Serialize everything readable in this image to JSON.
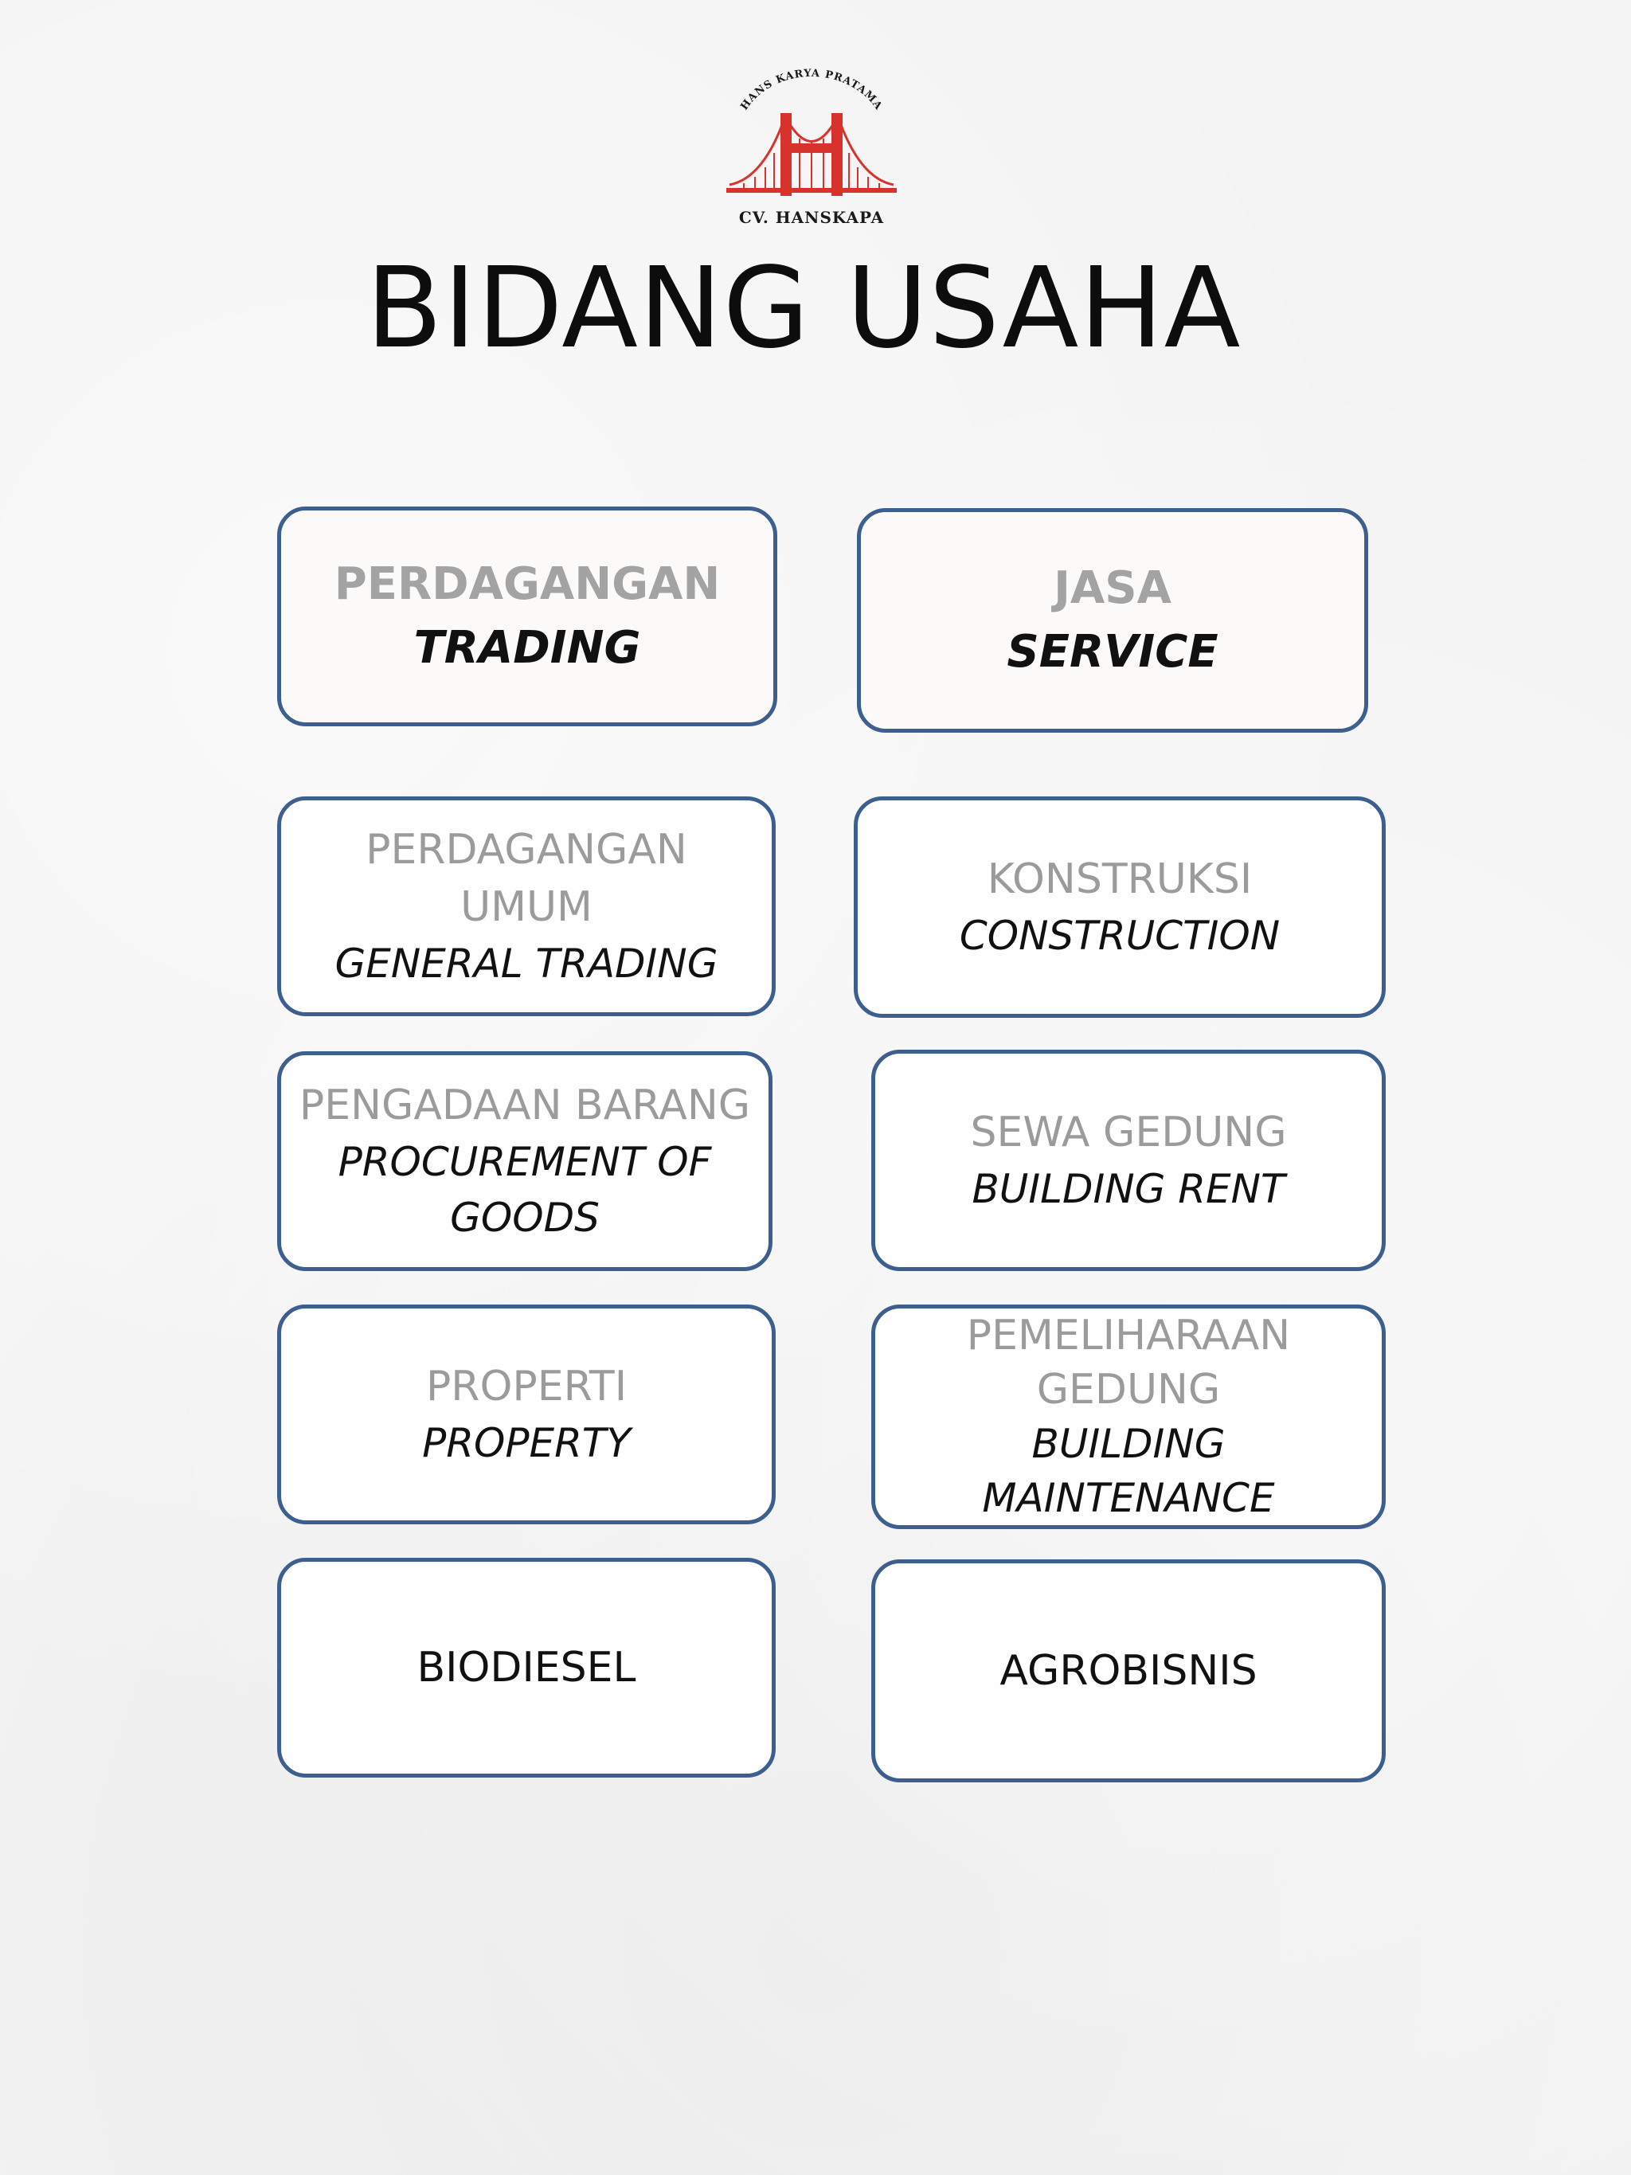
{
  "logo": {
    "arc_text": "HANS KARYA PRATAMA",
    "bottom_text": "CV. HANSKAPA",
    "colors": {
      "red": "#d8322c",
      "dark": "#1a1a1a"
    }
  },
  "title": "BIDANG USAHA",
  "colors": {
    "border": "#3d5f8f",
    "gray_text": "#9b9b9b",
    "dark_text": "#111111"
  },
  "left_column": {
    "header": {
      "id_label": "PERDAGANGAN",
      "en_label": "TRADING"
    },
    "items": [
      {
        "id_lines": [
          "PERDAGANGAN",
          "UMUM"
        ],
        "en_lines": [
          "GENERAL TRADING"
        ]
      },
      {
        "id_lines": [
          "PENGADAAN BARANG"
        ],
        "en_lines": [
          "PROCUREMENT OF",
          "GOODS"
        ]
      },
      {
        "id_lines": [
          "PROPERTI"
        ],
        "en_lines": [
          "PROPERTY"
        ]
      },
      {
        "label": "BIODIESEL"
      }
    ]
  },
  "right_column": {
    "header": {
      "id_label": "JASA",
      "en_label": "SERVICE"
    },
    "items": [
      {
        "id_lines": [
          "KONSTRUKSI"
        ],
        "en_lines": [
          "CONSTRUCTION"
        ]
      },
      {
        "id_lines": [
          "SEWA GEDUNG"
        ],
        "en_lines": [
          "BUILDING RENT"
        ]
      },
      {
        "id_lines": [
          "PEMELIHARAAN",
          "GEDUNG"
        ],
        "en_lines": [
          "BUILDING",
          "MAINTENANCE"
        ]
      },
      {
        "label": "AGROBISNIS"
      }
    ]
  }
}
